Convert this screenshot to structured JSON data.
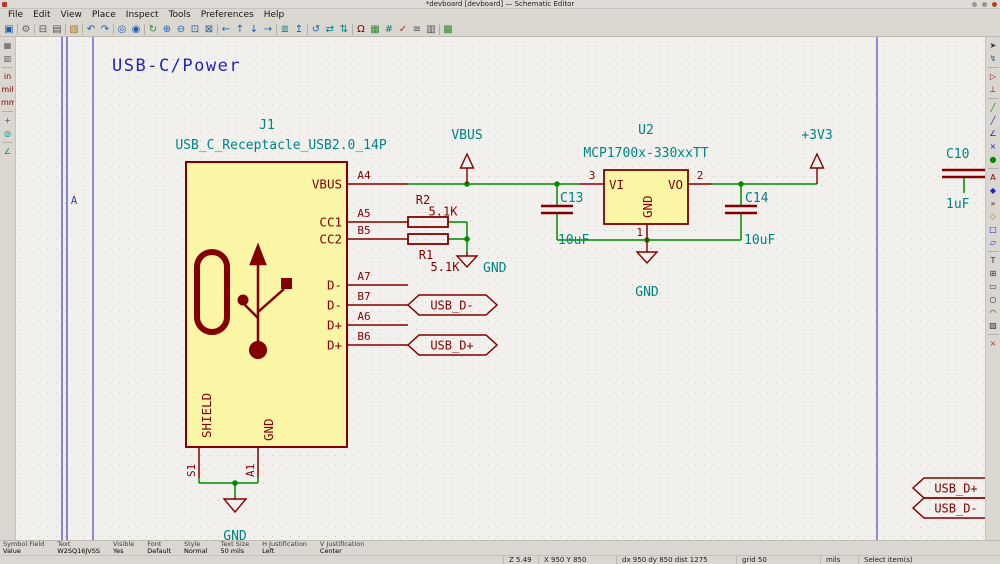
{
  "colors": {
    "wire": "#008A00",
    "device": "#840000",
    "fields": "#008484",
    "notes": "#2222C2",
    "sheet_frame": "#3C3CC0",
    "symbol_fill": "#FBF6A6"
  },
  "titlebar": {
    "title": "*devboard [devboard] — Schematic Editor"
  },
  "menubar": {
    "items": [
      {
        "label": "File"
      },
      {
        "label": "Edit"
      },
      {
        "label": "View"
      },
      {
        "label": "Place"
      },
      {
        "label": "Inspect"
      },
      {
        "label": "Tools"
      },
      {
        "label": "Preferences"
      },
      {
        "label": "Help"
      }
    ]
  },
  "toolbar_top": {
    "items": [
      {
        "name": "save-button",
        "glyph": "▣",
        "color": "#1c5fae"
      },
      {
        "sep": true
      },
      {
        "name": "schematic-setup-button",
        "glyph": "⚙",
        "color": "#666666"
      },
      {
        "sep": true
      },
      {
        "name": "print-button",
        "glyph": "⊟",
        "color": "#555555"
      },
      {
        "name": "plot-button",
        "glyph": "▤",
        "color": "#555555"
      },
      {
        "sep": true
      },
      {
        "name": "paste-button",
        "glyph": "▧",
        "color": "#a97b2f"
      },
      {
        "sep": true
      },
      {
        "name": "undo-button",
        "glyph": "↶",
        "color": "#1c5fae"
      },
      {
        "name": "redo-button",
        "glyph": "↷",
        "color": "#1c5fae"
      },
      {
        "sep": true
      },
      {
        "name": "find-button",
        "glyph": "◎",
        "color": "#1c5fae"
      },
      {
        "name": "find-replace-button",
        "glyph": "◉",
        "color": "#1c5fae"
      },
      {
        "sep": true
      },
      {
        "name": "refresh-view-button",
        "glyph": "↻",
        "color": "#2e8b2e"
      },
      {
        "name": "zoom-in-button",
        "glyph": "⊕",
        "color": "#1c5fae"
      },
      {
        "name": "zoom-out-button",
        "glyph": "⊖",
        "color": "#1c5fae"
      },
      {
        "name": "zoom-fit-button",
        "glyph": "⊡",
        "color": "#1c5fae"
      },
      {
        "name": "zoom-selection-button",
        "glyph": "⊠",
        "color": "#1c5fae"
      },
      {
        "sep": true
      },
      {
        "name": "navigate-back-button",
        "glyph": "←",
        "color": "#1c5fae"
      },
      {
        "name": "navigate-up-button",
        "glyph": "↑",
        "color": "#1c5fae"
      },
      {
        "name": "navigate-down-button",
        "glyph": "↓",
        "color": "#1c5fae"
      },
      {
        "name": "navigate-forward-button",
        "glyph": "→",
        "color": "#1c5fae"
      },
      {
        "sep": true
      },
      {
        "name": "hierarchy-navigator-button",
        "glyph": "≣",
        "color": "#008484"
      },
      {
        "name": "leave-sheet-button",
        "glyph": "↥",
        "color": "#1c5fae"
      },
      {
        "sep": true
      },
      {
        "name": "rotate-ccw-button",
        "glyph": "↺",
        "color": "#1c5fae"
      },
      {
        "name": "mirror-horizontal-button",
        "glyph": "⇄",
        "color": "#008484"
      },
      {
        "name": "mirror-vertical-button",
        "glyph": "⇅",
        "color": "#008484"
      },
      {
        "sep": true
      },
      {
        "name": "symbol-editor-button",
        "glyph": "Ω",
        "color": "#840000"
      },
      {
        "name": "footprint-editor-button",
        "glyph": "▦",
        "color": "#2e8b2e"
      },
      {
        "name": "annotate-button",
        "glyph": "#",
        "color": "#008484"
      },
      {
        "name": "erc-button",
        "glyph": "✓",
        "color": "#b03030"
      },
      {
        "name": "assign-footprints-button",
        "glyph": "≡",
        "color": "#555555"
      },
      {
        "name": "bom-button",
        "glyph": "▥",
        "color": "#555555"
      },
      {
        "sep": true
      },
      {
        "name": "open-pcb-editor-button",
        "glyph": "▩",
        "color": "#2e8b2e"
      }
    ]
  },
  "toolbar_left": {
    "items": [
      {
        "name": "grid-visibility-button",
        "glyph": "▦",
        "color": "#555555"
      },
      {
        "name": "grid-settings-button",
        "glyph": "▥",
        "color": "#555555"
      },
      {
        "sep": true
      },
      {
        "name": "units-inches-button",
        "glyph": "in",
        "color": "#840000"
      },
      {
        "name": "units-mils-button",
        "glyph": "mil",
        "color": "#840000"
      },
      {
        "name": "units-mm-button",
        "glyph": "mm",
        "color": "#840000"
      },
      {
        "sep": true
      },
      {
        "name": "cursor-shape-button",
        "glyph": "+",
        "color": "#555555"
      },
      {
        "name": "hidden-pins-button",
        "glyph": "◎",
        "color": "#008484"
      },
      {
        "sep": true
      },
      {
        "name": "free-angle-wires-button",
        "glyph": "∠",
        "color": "#008484"
      }
    ]
  },
  "toolbar_right": {
    "items": [
      {
        "name": "select-tool",
        "glyph": "➤",
        "color": "#333333"
      },
      {
        "name": "highlight-net-tool",
        "glyph": "↯",
        "color": "#1c5fae"
      },
      {
        "sep": true
      },
      {
        "name": "add-symbol-tool",
        "glyph": "▷",
        "color": "#840000"
      },
      {
        "name": "add-power-port-tool",
        "glyph": "⊥",
        "color": "#840000"
      },
      {
        "sep": true
      },
      {
        "name": "add-wire-tool",
        "glyph": "╱",
        "color": "#008A00"
      },
      {
        "name": "add-bus-tool",
        "glyph": "╱",
        "color": "#2222C2"
      },
      {
        "name": "wire-to-bus-entry-tool",
        "glyph": "∠",
        "color": "#2222C2"
      },
      {
        "name": "no-connect-tool",
        "glyph": "×",
        "color": "#2222C2"
      },
      {
        "name": "junction-tool",
        "glyph": "●",
        "color": "#008A00"
      },
      {
        "sep": true
      },
      {
        "name": "net-label-tool",
        "glyph": "A",
        "color": "#840000"
      },
      {
        "name": "directive-label-tool",
        "glyph": "◆",
        "color": "#2222C2"
      },
      {
        "name": "global-label-tool",
        "glyph": "»",
        "color": "#840000"
      },
      {
        "name": "hierarchical-label-tool",
        "glyph": "◇",
        "color": "#a97b2f"
      },
      {
        "name": "add-sheet-tool",
        "glyph": "□",
        "color": "#2222C2"
      },
      {
        "name": "sheet-pin-tool",
        "glyph": "▱",
        "color": "#2222C2"
      },
      {
        "sep": true
      },
      {
        "name": "text-tool",
        "glyph": "T",
        "color": "#333333"
      },
      {
        "name": "text-box-tool",
        "glyph": "⊞",
        "color": "#333333"
      },
      {
        "name": "rectangle-tool",
        "glyph": "▭",
        "color": "#333333"
      },
      {
        "name": "circle-tool",
        "glyph": "○",
        "color": "#333333"
      },
      {
        "name": "arc-tool",
        "glyph": "◠",
        "color": "#333333"
      },
      {
        "name": "image-tool",
        "glyph": "▨",
        "color": "#333333"
      },
      {
        "sep": true
      },
      {
        "name": "delete-tool",
        "glyph": "×",
        "color": "#c03030"
      }
    ]
  },
  "schematic": {
    "sheet_title": "USB-C/Power",
    "frame_zone": "A",
    "j1": {
      "ref": "J1",
      "value": "USB_C_Receptacle_USB2.0_14P",
      "shield_label": "SHIELD",
      "gnd_label": "GND",
      "pins_right": [
        {
          "num": "A4",
          "name": "VBUS"
        },
        {
          "num": "A5",
          "name": "CC1"
        },
        {
          "num": "B5",
          "name": "CC2"
        },
        {
          "num": "A7",
          "name": "D-"
        },
        {
          "num": "B7",
          "name": "D-"
        },
        {
          "num": "A6",
          "name": "D+"
        },
        {
          "num": "B6",
          "name": "D+"
        }
      ],
      "pins_bottom": [
        {
          "num": "S1"
        },
        {
          "num": "A1"
        }
      ]
    },
    "r2": {
      "ref": "R2",
      "value": "5.1K"
    },
    "r1": {
      "ref": "R1",
      "value": "5.1K"
    },
    "u2": {
      "ref": "U2",
      "value": "MCP1700x-330xxTT",
      "pin_left_num": "3",
      "pin_left_name": "VI",
      "pin_right_num": "2",
      "pin_right_name": "VO",
      "pin_bottom_num": "1",
      "pin_bottom_name": "GND"
    },
    "c13": {
      "ref": "C13",
      "value": "10uF"
    },
    "c14": {
      "ref": "C14",
      "value": "10uF"
    },
    "c10": {
      "ref": "C10",
      "value": "1uF"
    },
    "power": {
      "vbus": "VBUS",
      "p3v3": "+3V3",
      "gnd_r": "GND",
      "gnd_u2": "GND",
      "gnd_j1": "GND"
    },
    "net_labels": {
      "usb_dm": "USB_D-",
      "usb_dp": "USB_D+",
      "right_dp": "USB_D+",
      "right_dm": "USB_D-"
    }
  },
  "statusbar_props": {
    "fields": [
      {
        "label": "Symbol Field",
        "value": "Value"
      },
      {
        "label": "Text",
        "value": "W2SQ16JVSS"
      },
      {
        "label": "Visible",
        "value": "Yes"
      },
      {
        "label": "Font",
        "value": "Default"
      },
      {
        "label": "Style",
        "value": "Normal"
      },
      {
        "label": "Text Size",
        "value": "50 mils"
      },
      {
        "label": "H Justification",
        "value": "Left"
      },
      {
        "label": "V Justification",
        "value": "Center"
      }
    ]
  },
  "statusbar_bottom": {
    "zoom": "Z 5.49",
    "position": "X 950 Y 850",
    "delta": "dx 950 dy 850 dist 1275",
    "grid": "grid 50",
    "units": "mils",
    "hint": "Select item(s)"
  }
}
